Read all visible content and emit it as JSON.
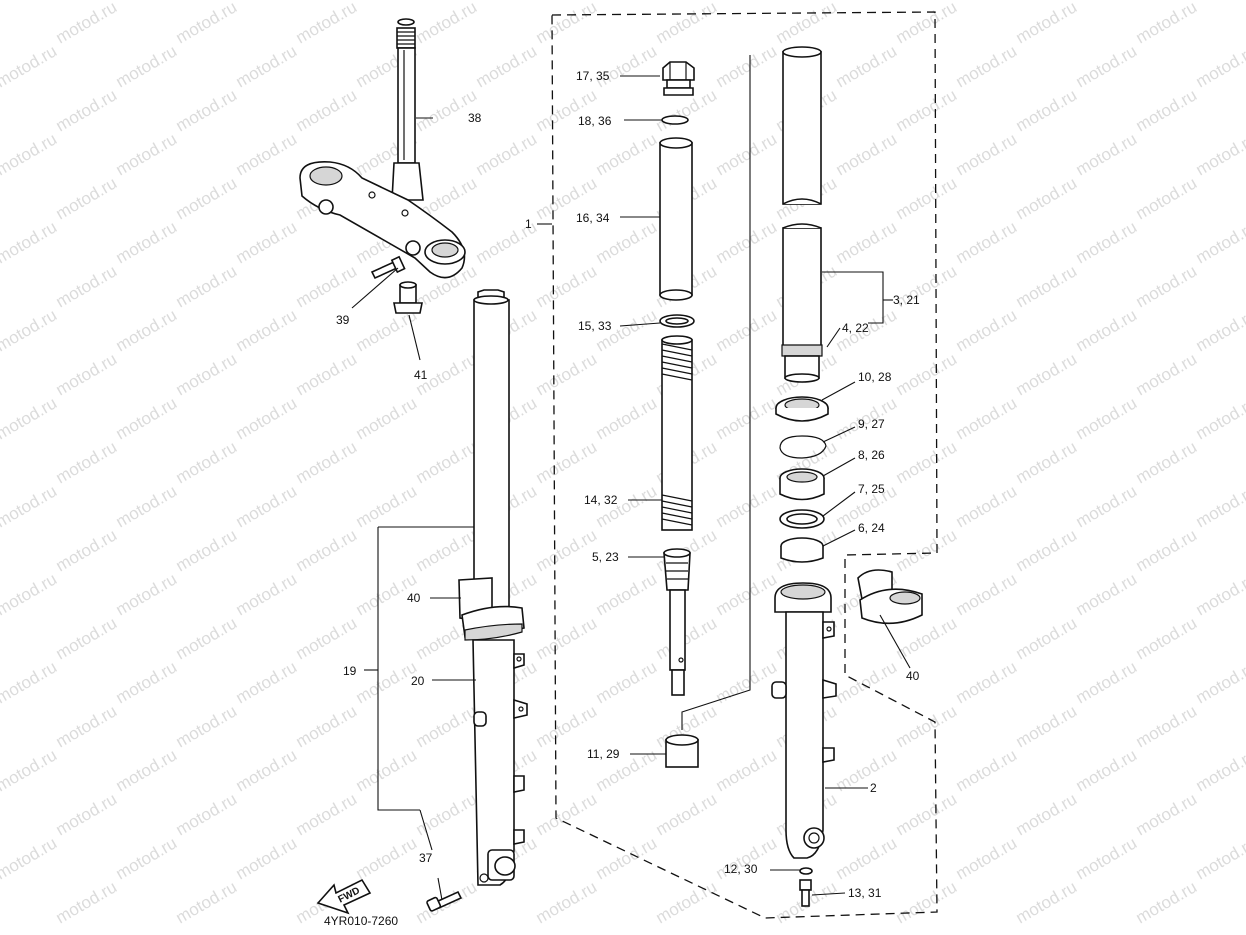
{
  "diagram": {
    "watermark_text": "motod.ru",
    "drawing_code": "4YR010-7260",
    "fwd_label": "FWD",
    "labels": {
      "p1": "1",
      "p2": "2",
      "p3_21": "3, 21",
      "p4_22": "4, 22",
      "p5_23": "5, 23",
      "p6_24": "6, 24",
      "p7_25": "7, 25",
      "p8_26": "8, 26",
      "p9_27": "9, 27",
      "p10_28": "10, 28",
      "p11_29": "11, 29",
      "p12_30": "12, 30",
      "p13_31": "13, 31",
      "p14_32": "14, 32",
      "p15_33": "15, 33",
      "p16_34": "16, 34",
      "p17_35": "17, 35",
      "p18_36": "18, 36",
      "p19": "19",
      "p20": "20",
      "p37": "37",
      "p38": "38",
      "p39": "39",
      "p40_left": "40",
      "p40_right": "40",
      "p41": "41"
    }
  }
}
